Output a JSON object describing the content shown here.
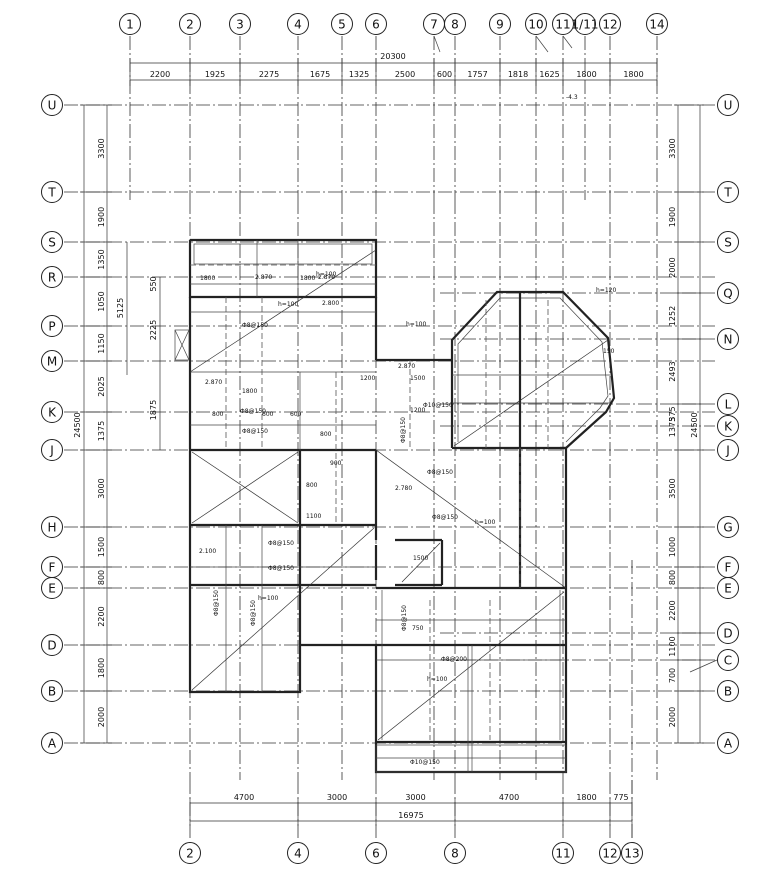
{
  "drawing": {
    "axes_top": [
      "1",
      "2",
      "3",
      "4",
      "5",
      "6",
      "7",
      "8",
      "9",
      "10",
      "11",
      "1/11",
      "12",
      "14"
    ],
    "axes_bottom": [
      "2",
      "4",
      "6",
      "8",
      "11",
      "12",
      "13"
    ],
    "axes_left": [
      "U",
      "T",
      "S",
      "R",
      "P",
      "M",
      "K",
      "J",
      "H",
      "F",
      "E",
      "D",
      "B",
      "A"
    ],
    "axes_right": [
      "U",
      "T",
      "S",
      "Q",
      "N",
      "L",
      "K",
      "J",
      "G",
      "F",
      "E",
      "D",
      "C",
      "B",
      "A"
    ],
    "top_total": "20300",
    "top_dims": [
      "2200",
      "1925",
      "2275",
      "1675",
      "1325",
      "2500",
      "600",
      "1757",
      "1818",
      "1625",
      "1800",
      "1800"
    ],
    "bottom_total": "16975",
    "bottom_dims": [
      "4700",
      "3000",
      "3000",
      "4700",
      "1800",
      "775"
    ],
    "left_total": "24500",
    "left_dims": [
      "3300",
      "1900",
      "1350",
      "1050",
      "1150",
      "2025",
      "1375",
      "3000",
      "1500",
      "800",
      "2200",
      "1800",
      "2000"
    ],
    "left_inner_dims": [
      "5125",
      "550",
      "2225",
      "1875"
    ],
    "right_total": "24500",
    "right_dims": [
      "3300",
      "1900",
      "2000",
      "1252",
      "2493",
      "1375",
      "3500",
      "1000",
      "800",
      "2200",
      "1100",
      "700",
      "2000"
    ],
    "right_inner_dims": [
      "375"
    ],
    "annotations": {
      "level": "-4.3",
      "slab_labels": [
        "h=100",
        "h=100",
        "h=100",
        "h=100",
        "h=100",
        "h=100",
        "h=120"
      ],
      "rebar_labels": [
        "Φ8@150",
        "Φ8@150",
        "Φ8@150",
        "Φ8@150",
        "Φ8@150",
        "Φ8@150",
        "Φ8@150",
        "Φ8@150",
        "Φ8@150",
        "Φ8@150",
        "Φ8@150",
        "Φ8@200",
        "Φ10@150",
        "Φ10@150"
      ],
      "levels": [
        "2.100",
        "2.870",
        "2.870",
        "2.870",
        "2.870",
        "2.800",
        "2.780"
      ],
      "small_dims": [
        "1800",
        "1800",
        "1800",
        "800",
        "600",
        "600",
        "800",
        "900",
        "800",
        "1100",
        "1500",
        "1200",
        "1200",
        "1500",
        "750",
        "150"
      ]
    }
  }
}
